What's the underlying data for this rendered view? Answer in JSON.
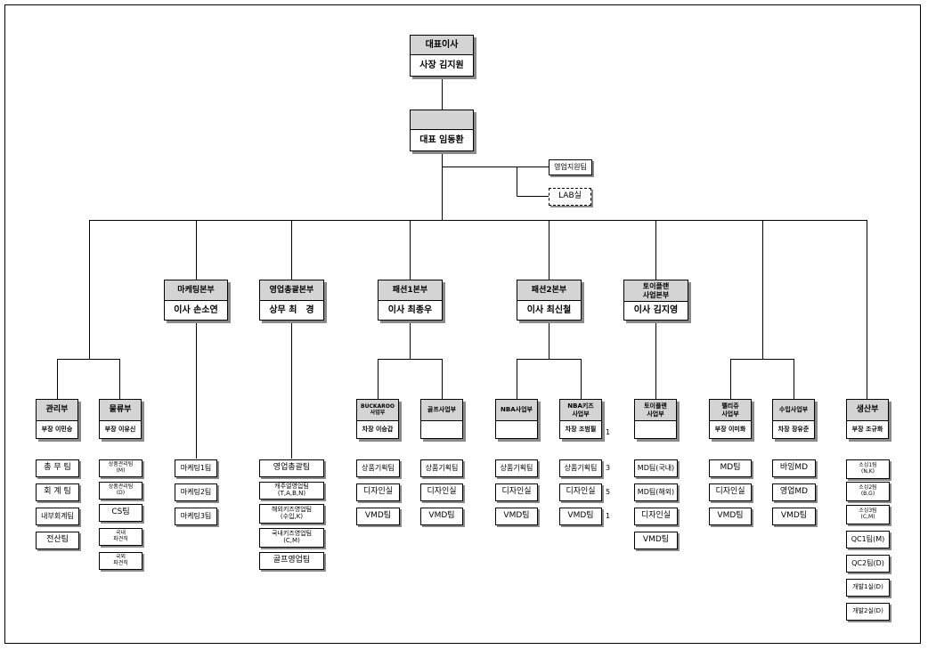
{
  "ceo": {
    "title": "대표이사",
    "name": "사장 김지원"
  },
  "president": {
    "title": "",
    "name": "대표 임동환"
  },
  "staff": {
    "sales_support": "영업지원팀",
    "lab": "LAB실"
  },
  "divisions": {
    "marketing": {
      "title": "마케팅본부",
      "name": "이사 손소연"
    },
    "sales": {
      "title": "영업총괄본부",
      "name": "상무 최　경"
    },
    "fashion1": {
      "title": "패션1본부",
      "name": "이사 최종우"
    },
    "fashion2": {
      "title": "패션2본부",
      "name": "이사 최신철"
    },
    "toy": {
      "title": "토이플랜\n사업본부",
      "name": "이사 김지영"
    }
  },
  "departments": {
    "admin": {
      "title": "관리부",
      "name": "부장 이민승"
    },
    "logistics": {
      "title": "물류부",
      "name": "부장 이유신"
    },
    "buckaroo": {
      "title": "BUCKAROO\n사업부",
      "name": "차장 이승갑"
    },
    "golf": {
      "title": "골프사업부",
      "name": ""
    },
    "nba": {
      "title": "NBA사업부",
      "name": ""
    },
    "nba_kids": {
      "title": "NBA키즈\n사업부",
      "name": "차장 조범필"
    },
    "toyplan": {
      "title": "토이플랜\n사업부",
      "name": ""
    },
    "pelliccia": {
      "title": "펠리쥬\n사업부",
      "name": "부장 이미화"
    },
    "import": {
      "title": "수입사업부",
      "name": "차장 장유준"
    },
    "production": {
      "title": "생산부",
      "name": "부장 조규화"
    }
  },
  "teams": {
    "admin": [
      "총 무 팀",
      "회 계 팀",
      "내부회계팀",
      "전산팀"
    ],
    "logistics": [
      "상품관리팀\n(M)",
      "상품관리팀\n(D)",
      "CS팀",
      "국내\n파견직",
      "국외\n파견직"
    ],
    "marketing": [
      "마케팅1팀",
      "마케팅2팀",
      "마케팅3팀"
    ],
    "sales": [
      "영업총괄팀",
      "캐주얼영업팀\n(T,A,B,N)",
      "해외키즈영업팀\n(수입,K)",
      "국내키즈영업팀\n(C,M)",
      "골프영업팀"
    ],
    "buckaroo": [
      "상품기획팀",
      "디자인실",
      "VMD팀"
    ],
    "golf": [
      "상품기획팀",
      "디자인실",
      "VMD팀"
    ],
    "nba": [
      "상품기획팀",
      "디자인실",
      "VMD팀"
    ],
    "nba_kids": [
      "상품기획팀",
      "디자인실",
      "VMD팀"
    ],
    "toyplan": [
      "MD팀(국내)",
      "MD팀(해외)",
      "디자인실",
      "VMD팀"
    ],
    "pelliccia": [
      "MD팀",
      "디자인실",
      "VMD팀"
    ],
    "import": [
      "바잉MD",
      "영업MD",
      "VMD팀"
    ],
    "production": [
      "소싱1팀\n(N,K)",
      "소싱2팀\n(B,G)",
      "소싱3팀\n(C,M)",
      "QC1팀(M)",
      "QC2팀(D)",
      "개발1실(D)",
      "개발2실(D)"
    ]
  },
  "side_notes": {
    "n1": "1",
    "n2": "3",
    "n3": "5",
    "n4": "1"
  }
}
